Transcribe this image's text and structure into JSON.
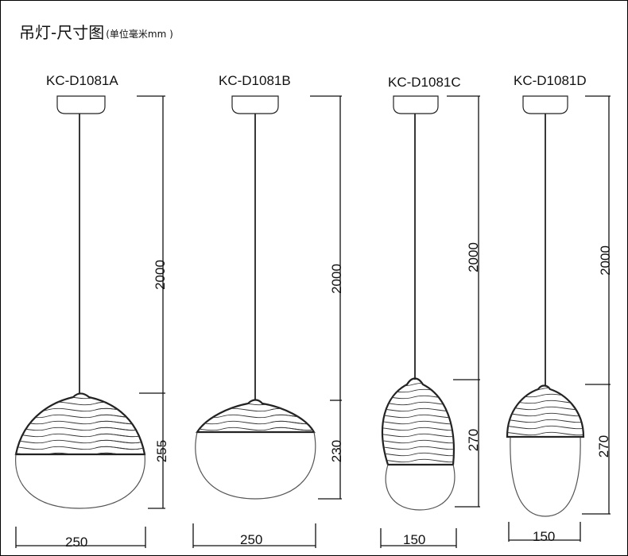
{
  "header": {
    "title": "吊灯-尺寸图",
    "unit_note": "(单位毫米mm )"
  },
  "lamps": [
    {
      "model": "KC-D1081A",
      "cord_length": "2000",
      "shade_height": "255",
      "shade_width": "250"
    },
    {
      "model": "KC-D1081B",
      "cord_length": "2000",
      "shade_height": "230",
      "shade_width": "250"
    },
    {
      "model": "KC-D1081C",
      "cord_length": "2000",
      "shade_height": "270",
      "shade_width": "150"
    },
    {
      "model": "KC-D1081D",
      "cord_length": "2000",
      "shade_height": "270",
      "shade_width": "150"
    }
  ]
}
